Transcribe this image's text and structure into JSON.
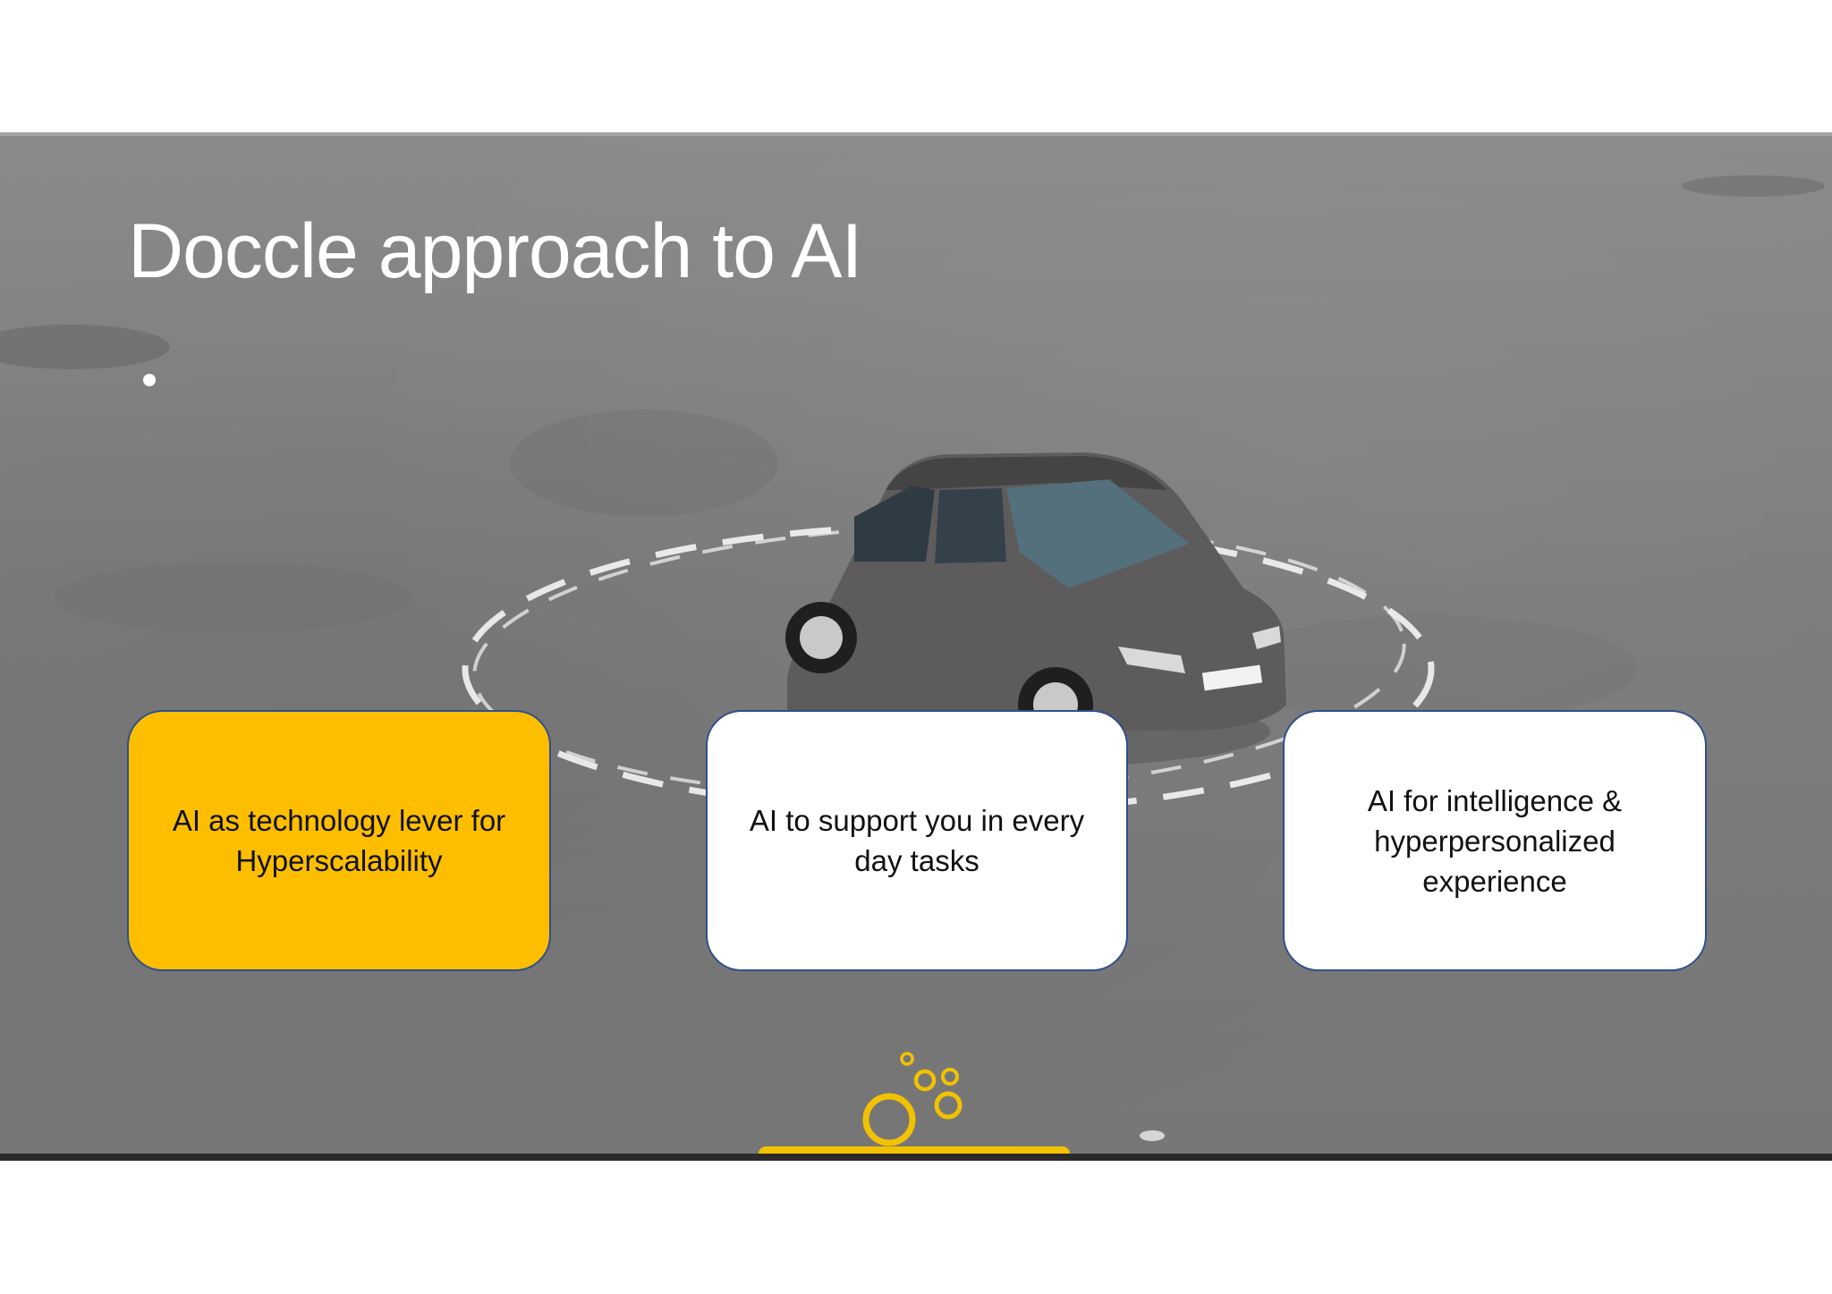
{
  "slide": {
    "title": "Doccle approach to AI",
    "bullet": "",
    "boxes": [
      {
        "text": "AI as technology lever for Hyperscalability",
        "fill": "#fdbe00"
      },
      {
        "text": "AI to support you in every day tasks",
        "fill": "#ffffff"
      },
      {
        "text": "AI for intelligence & hyperpersonalized experience",
        "fill": "#ffffff"
      }
    ]
  },
  "colors": {
    "accent": "#f2c200",
    "box_border": "#2f4f8a",
    "title": "#ffffff"
  },
  "background_image": "car-on-asphalt-with-dashed-circle",
  "logo_icon": "doccle-circles-logo"
}
